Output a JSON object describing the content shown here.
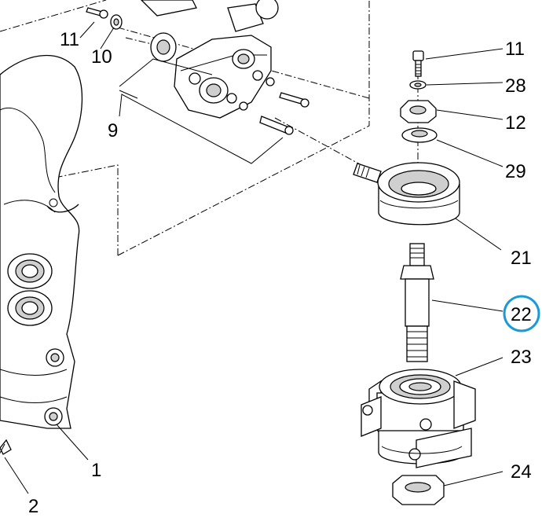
{
  "diagram": {
    "labels": [
      {
        "id": "11a",
        "text": "11"
      },
      {
        "id": "10",
        "text": "10"
      },
      {
        "id": "9",
        "text": "9"
      },
      {
        "id": "11b",
        "text": "11"
      },
      {
        "id": "28",
        "text": "28"
      },
      {
        "id": "12",
        "text": "12"
      },
      {
        "id": "29",
        "text": "29"
      },
      {
        "id": "21",
        "text": "21"
      },
      {
        "id": "22",
        "text": "22"
      },
      {
        "id": "23",
        "text": "23"
      },
      {
        "id": "24",
        "text": "24"
      },
      {
        "id": "1",
        "text": "1"
      },
      {
        "id": "2",
        "text": "2"
      }
    ],
    "highlight_color": "#1a9ad6",
    "highlighted_part": "22"
  }
}
